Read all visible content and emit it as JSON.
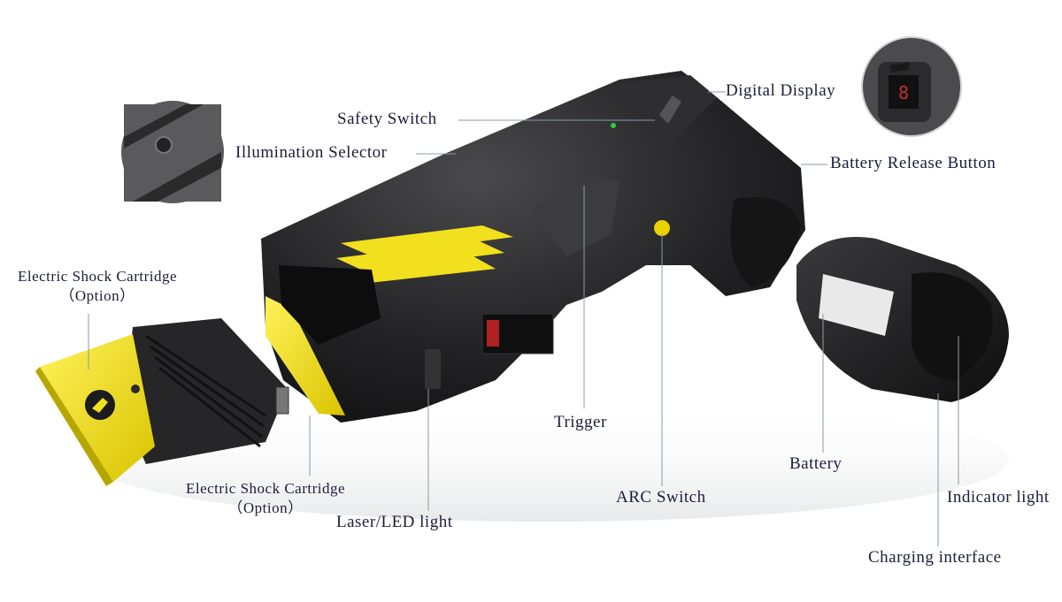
{
  "labels": {
    "digital_display": "Digital Display",
    "safety_switch": "Safety Switch",
    "illumination_selector": "Illumination Selector",
    "battery_release_button": "Battery Release Button",
    "cartridge_top_line1": "Electric  Shock  Cartridge",
    "cartridge_top_line2": "（Option）",
    "cartridge_bottom_line1": "Electric  Shock  Cartridge",
    "cartridge_bottom_line2": "（Option）",
    "trigger": "Trigger",
    "arc_switch": "ARC Switch",
    "laser_led_light": "Laser/LED light",
    "battery": "Battery",
    "indicator_light": "Indicator light",
    "charging_interface": "Charging interface"
  },
  "colors": {
    "body": "#1c1c1e",
    "accent_yellow": "#f2e01e",
    "leader_line": "#8c9aa8",
    "label_text": "#1a1f3a"
  },
  "icons": [
    "illumination-selector-closeup-icon",
    "digital-display-closeup-icon"
  ]
}
